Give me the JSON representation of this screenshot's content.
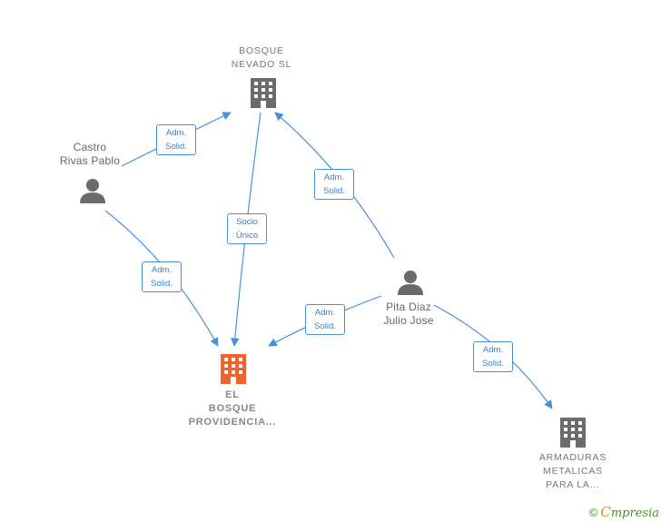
{
  "nodes": {
    "bosque_nevado": {
      "label": "BOSQUE\nNEVADO  SL",
      "icon": "building-icon",
      "color": "#6b6b6b"
    },
    "el_bosque": {
      "label": "EL\nBOSQUE\nPROVIDENCIA...",
      "icon": "building-icon",
      "color": "#f0632f"
    },
    "armaduras": {
      "label": "ARMADURAS\nMETALICAS\nPARA LA...",
      "icon": "building-icon",
      "color": "#6b6b6b"
    },
    "castro": {
      "label": "Castro\nRivas Pablo",
      "icon": "person-icon",
      "color": "#6b6b6b"
    },
    "pita": {
      "label": "Pita Diaz\nJulio Jose",
      "icon": "person-icon",
      "color": "#6b6b6b"
    }
  },
  "edges": {
    "castro_bosque_nevado": "Adm.\nSolid.",
    "castro_el_bosque": "Adm.\nSolid.",
    "bosque_nevado_el_bosque": "Socio\nÚnico",
    "pita_bosque_nevado": "Adm.\nSolid.",
    "pita_el_bosque": "Adm.\nSolid.",
    "pita_armaduras": "Adm.\nSolid."
  },
  "edge_color": "#4a90d9",
  "brand": {
    "copyright": "©",
    "name_first": "C",
    "name_rest": "mpresia"
  }
}
